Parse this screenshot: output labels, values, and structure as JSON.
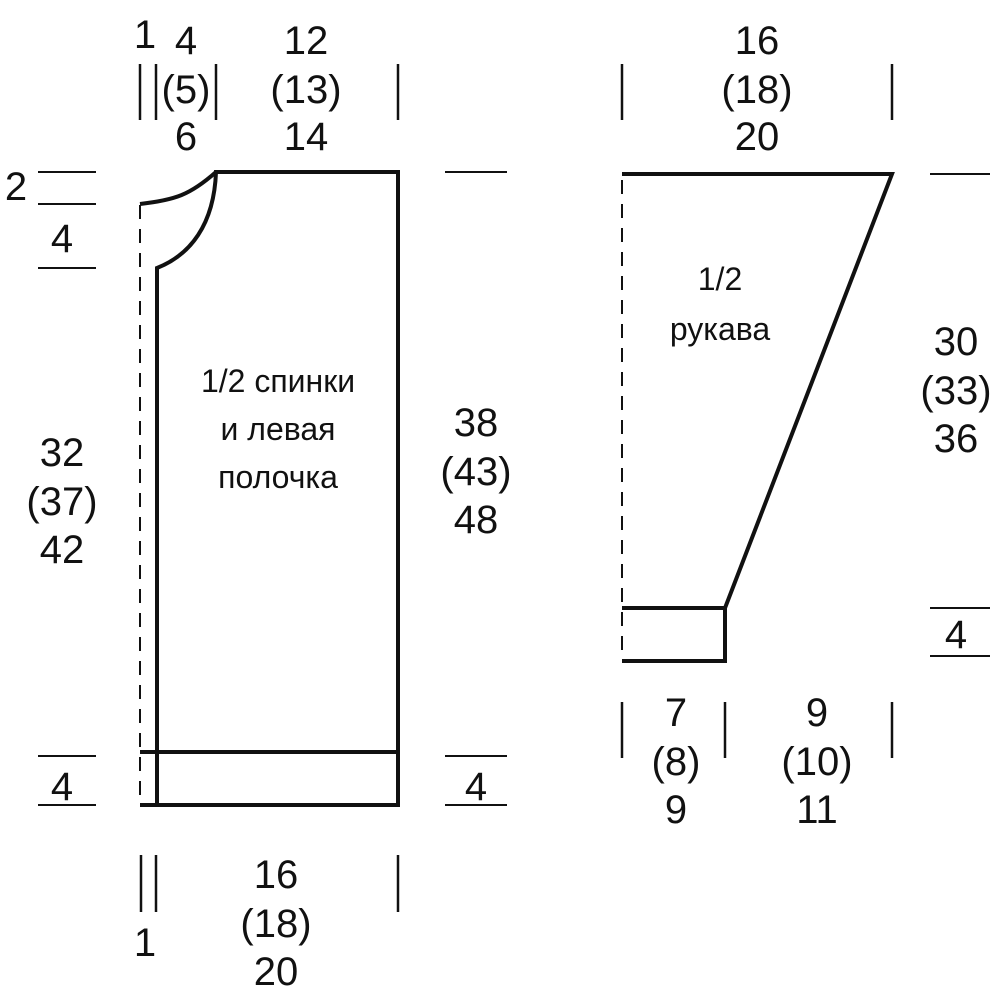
{
  "body_piece": {
    "label_line1": "1/2 спинки",
    "label_line2": "и левая",
    "label_line3": "полочка",
    "top_edge_offset": "1",
    "neck_width": [
      "4",
      "(5)",
      "6"
    ],
    "shoulder_width": [
      "12",
      "(13)",
      "14"
    ],
    "neck_drop_small": "2",
    "neck_drop_large": "4",
    "side_length": [
      "32",
      "(37)",
      "42"
    ],
    "total_length": [
      "38",
      "(43)",
      "48"
    ],
    "rib_left": "4",
    "rib_right": "4",
    "bottom_edge_offset": "1",
    "bottom_width": [
      "16",
      "(18)",
      "20"
    ]
  },
  "sleeve_piece": {
    "label_line1": "1/2",
    "label_line2": "рукава",
    "top_width": [
      "16",
      "(18)",
      "20"
    ],
    "length": [
      "30",
      "(33)",
      "36"
    ],
    "cuff_height": "4",
    "cuff_width": [
      "7",
      "(8)",
      "9"
    ],
    "taper_width": [
      "9",
      "(10)",
      "11"
    ]
  }
}
